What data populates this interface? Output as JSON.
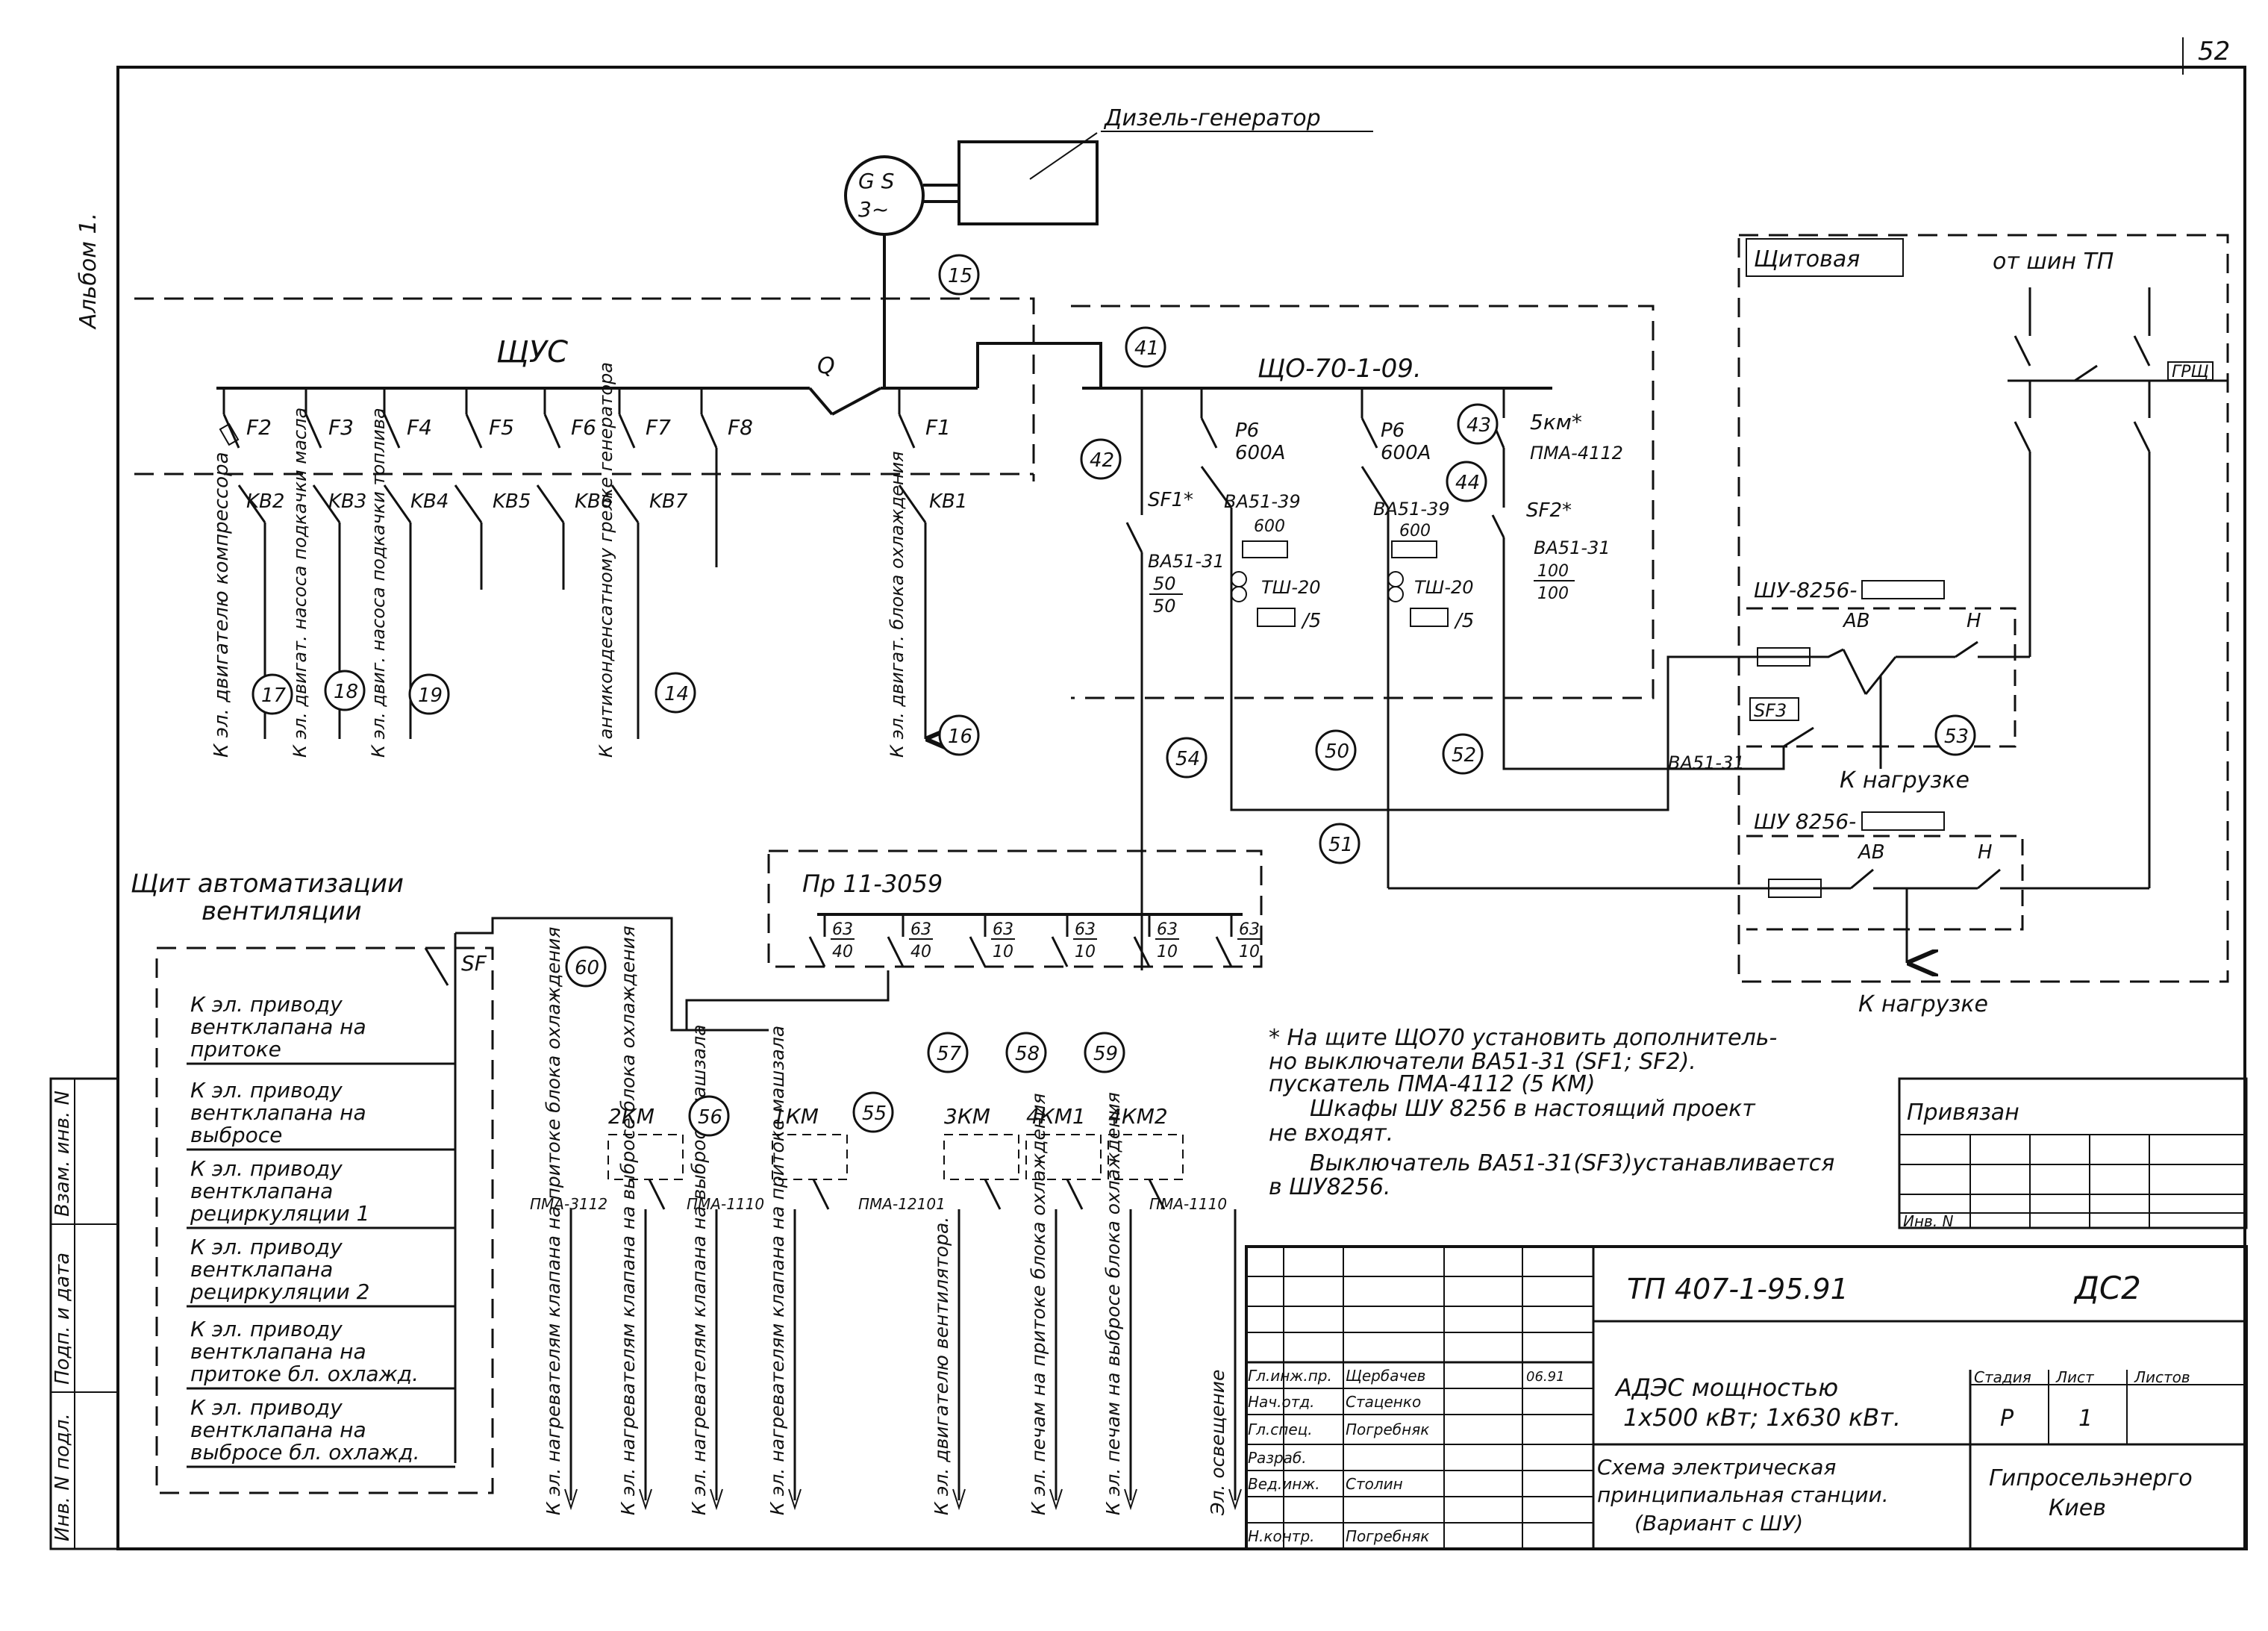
{
  "page_number": "52",
  "album_label": "Альбом 1.",
  "left_margin_labels": [
    "Инв. N подл.",
    "Подп. и дата",
    "Взам. инв. N"
  ],
  "generator": {
    "title": "Дизель-генератор",
    "symbol_top": "G S",
    "symbol_bottom": "3~"
  },
  "panel_shchus": {
    "title": "ЩУС",
    "switch_main": "Q",
    "fuses": [
      "F2",
      "F3",
      "F4",
      "F5",
      "F6",
      "F7",
      "F8",
      "F1"
    ],
    "contactors": [
      "KB2",
      "KB3",
      "KB4",
      "KB5",
      "KB6",
      "KB7",
      "KB1"
    ],
    "feeder_labels": [
      "К эл. двигателю компрессора",
      "К эл. двигат. насоса подкачки масла",
      "К эл. двиг. насоса подкачки топлива",
      "К антиконденсатному грелке генератора",
      "К эл. двигат. блока охлаждения"
    ]
  },
  "panel_shcho": {
    "title": "ЩО-70-1-09.",
    "items": {
      "r6_a": "Р6",
      "r6_a_val": "600А",
      "r6_b": "Р6",
      "r6_b_val": "600А",
      "km5": "5км*",
      "pma": "ПМА-4112",
      "sf1": "SF1*",
      "sf2": "SF2*",
      "ba5139a": "ВА51-39",
      "ba5139b": "ВА51-39",
      "ba5131a": "ВА51-31",
      "ba5131b": "ВА51-31",
      "rating_600a": "600",
      "rating_600b": "600",
      "fr_50_top": "50",
      "fr_50_bot": "50",
      "fr_100_top": "100",
      "fr_100_bot": "100",
      "tsh_a": "ТШ-20",
      "tsh_b": "ТШ-20",
      "tsh_ratio_a": "/5",
      "tsh_ratio_b": "/5"
    }
  },
  "switchroom": {
    "title": "Щитовая",
    "from_bus": "от шин ТП",
    "grsh": "ГРЩ",
    "shu_a": "ШУ-8256-",
    "shu_b": "ШУ 8256-",
    "av": "АВ",
    "n": "Н",
    "sf3": "SF3",
    "ba5131": "ВА51-31",
    "to_load_a": "К нагрузке",
    "to_load_b": "К нагрузке"
  },
  "automation_panel": {
    "title_1": "Щит автоматизации",
    "title_2": "вентиляции",
    "sf": "SF",
    "rows": [
      [
        "К эл. приводу",
        "вентклапана на",
        "притоке"
      ],
      [
        "К эл. приводу",
        "вентклапана на",
        "выбросе"
      ],
      [
        "К эл. приводу",
        "вентклапана",
        "рециркуляции 1"
      ],
      [
        "К эл. приводу",
        "вентклапана",
        "рециркуляции 2"
      ],
      [
        "К эл. приводу",
        "вентклапана на",
        "притоке бл. охлажд."
      ],
      [
        "К эл. приводу",
        "вентклапана на",
        "выбросе бл. охлажд."
      ]
    ]
  },
  "pr_panel": {
    "title": "Пр 11-3059",
    "fuse_top": "63",
    "fuse_ratings": [
      "40",
      "40",
      "10",
      "10",
      "10",
      "10"
    ]
  },
  "starters": {
    "labels": [
      "2КМ",
      "1КМ",
      "3КМ",
      "4КМ1",
      "4КМ2"
    ],
    "types": [
      "ПМА-3112",
      "ПМА-1110",
      "ПМА-12101",
      "ПМА-1110"
    ]
  },
  "bottom_feeders": [
    "К эл. нагревателям клапана на притоке блока охлаждения",
    "К эл. нагревателям клапана на выбросе блока охлаждения",
    "К эл. нагревателям клапана на выбросе машзала",
    "К эл. нагревателям клапана на притоке машзала",
    "К эл. двигателю вентилятора.",
    "К эл. печам на притоке блока охлаждения",
    "К эл. печам на выбросе блока охлаждения",
    "Эл. освещение"
  ],
  "cable_numbers": [
    "15",
    "41",
    "42",
    "43",
    "44",
    "17",
    "18",
    "19",
    "14",
    "16",
    "54",
    "50",
    "52",
    "53",
    "51",
    "60",
    "56",
    "55",
    "57",
    "58",
    "59"
  ],
  "notes": [
    "* На щите ЩО70 установить дополнитель-",
    "но выключатели ВА51-31 (SF1; SF2).",
    "пускатель ПМА-4112 (5 КМ)",
    "Шкафы ШУ 8256 в настоящий проект",
    "не входят.",
    "Выключатель ВА51-31(SF3)устанавливается",
    "в ШУ8256."
  ],
  "binding_block": {
    "label": "Привязан",
    "inv": "Инв. N"
  },
  "title_block": {
    "code": "ТП 407-1-95.91",
    "sheet_code": "ДС2",
    "title_1": "АДЭС мощностью",
    "title_2": "1х500 кВт; 1х630 кВт.",
    "desc_1": "Схема электрическая",
    "desc_2": "принципиальная станции.",
    "desc_3": "(Вариант с ШУ)",
    "stage_hdr": "Стадия",
    "sheet_hdr": "Лист",
    "sheets_hdr": "Листов",
    "stage_val": "Р",
    "sheet_val": "1",
    "org_1": "Гипросельэнерго",
    "org_2": "Киев",
    "roles": [
      "Гл.инж.пр.",
      "Нач.отд.",
      "Гл.спец.",
      "Разраб.",
      "Вед.инж.",
      "Н.контр."
    ],
    "names": [
      "Щербачев",
      "Стаценко",
      "Погребняк",
      "",
      "Столин",
      "Погребняк"
    ],
    "date_1": "06.91"
  }
}
